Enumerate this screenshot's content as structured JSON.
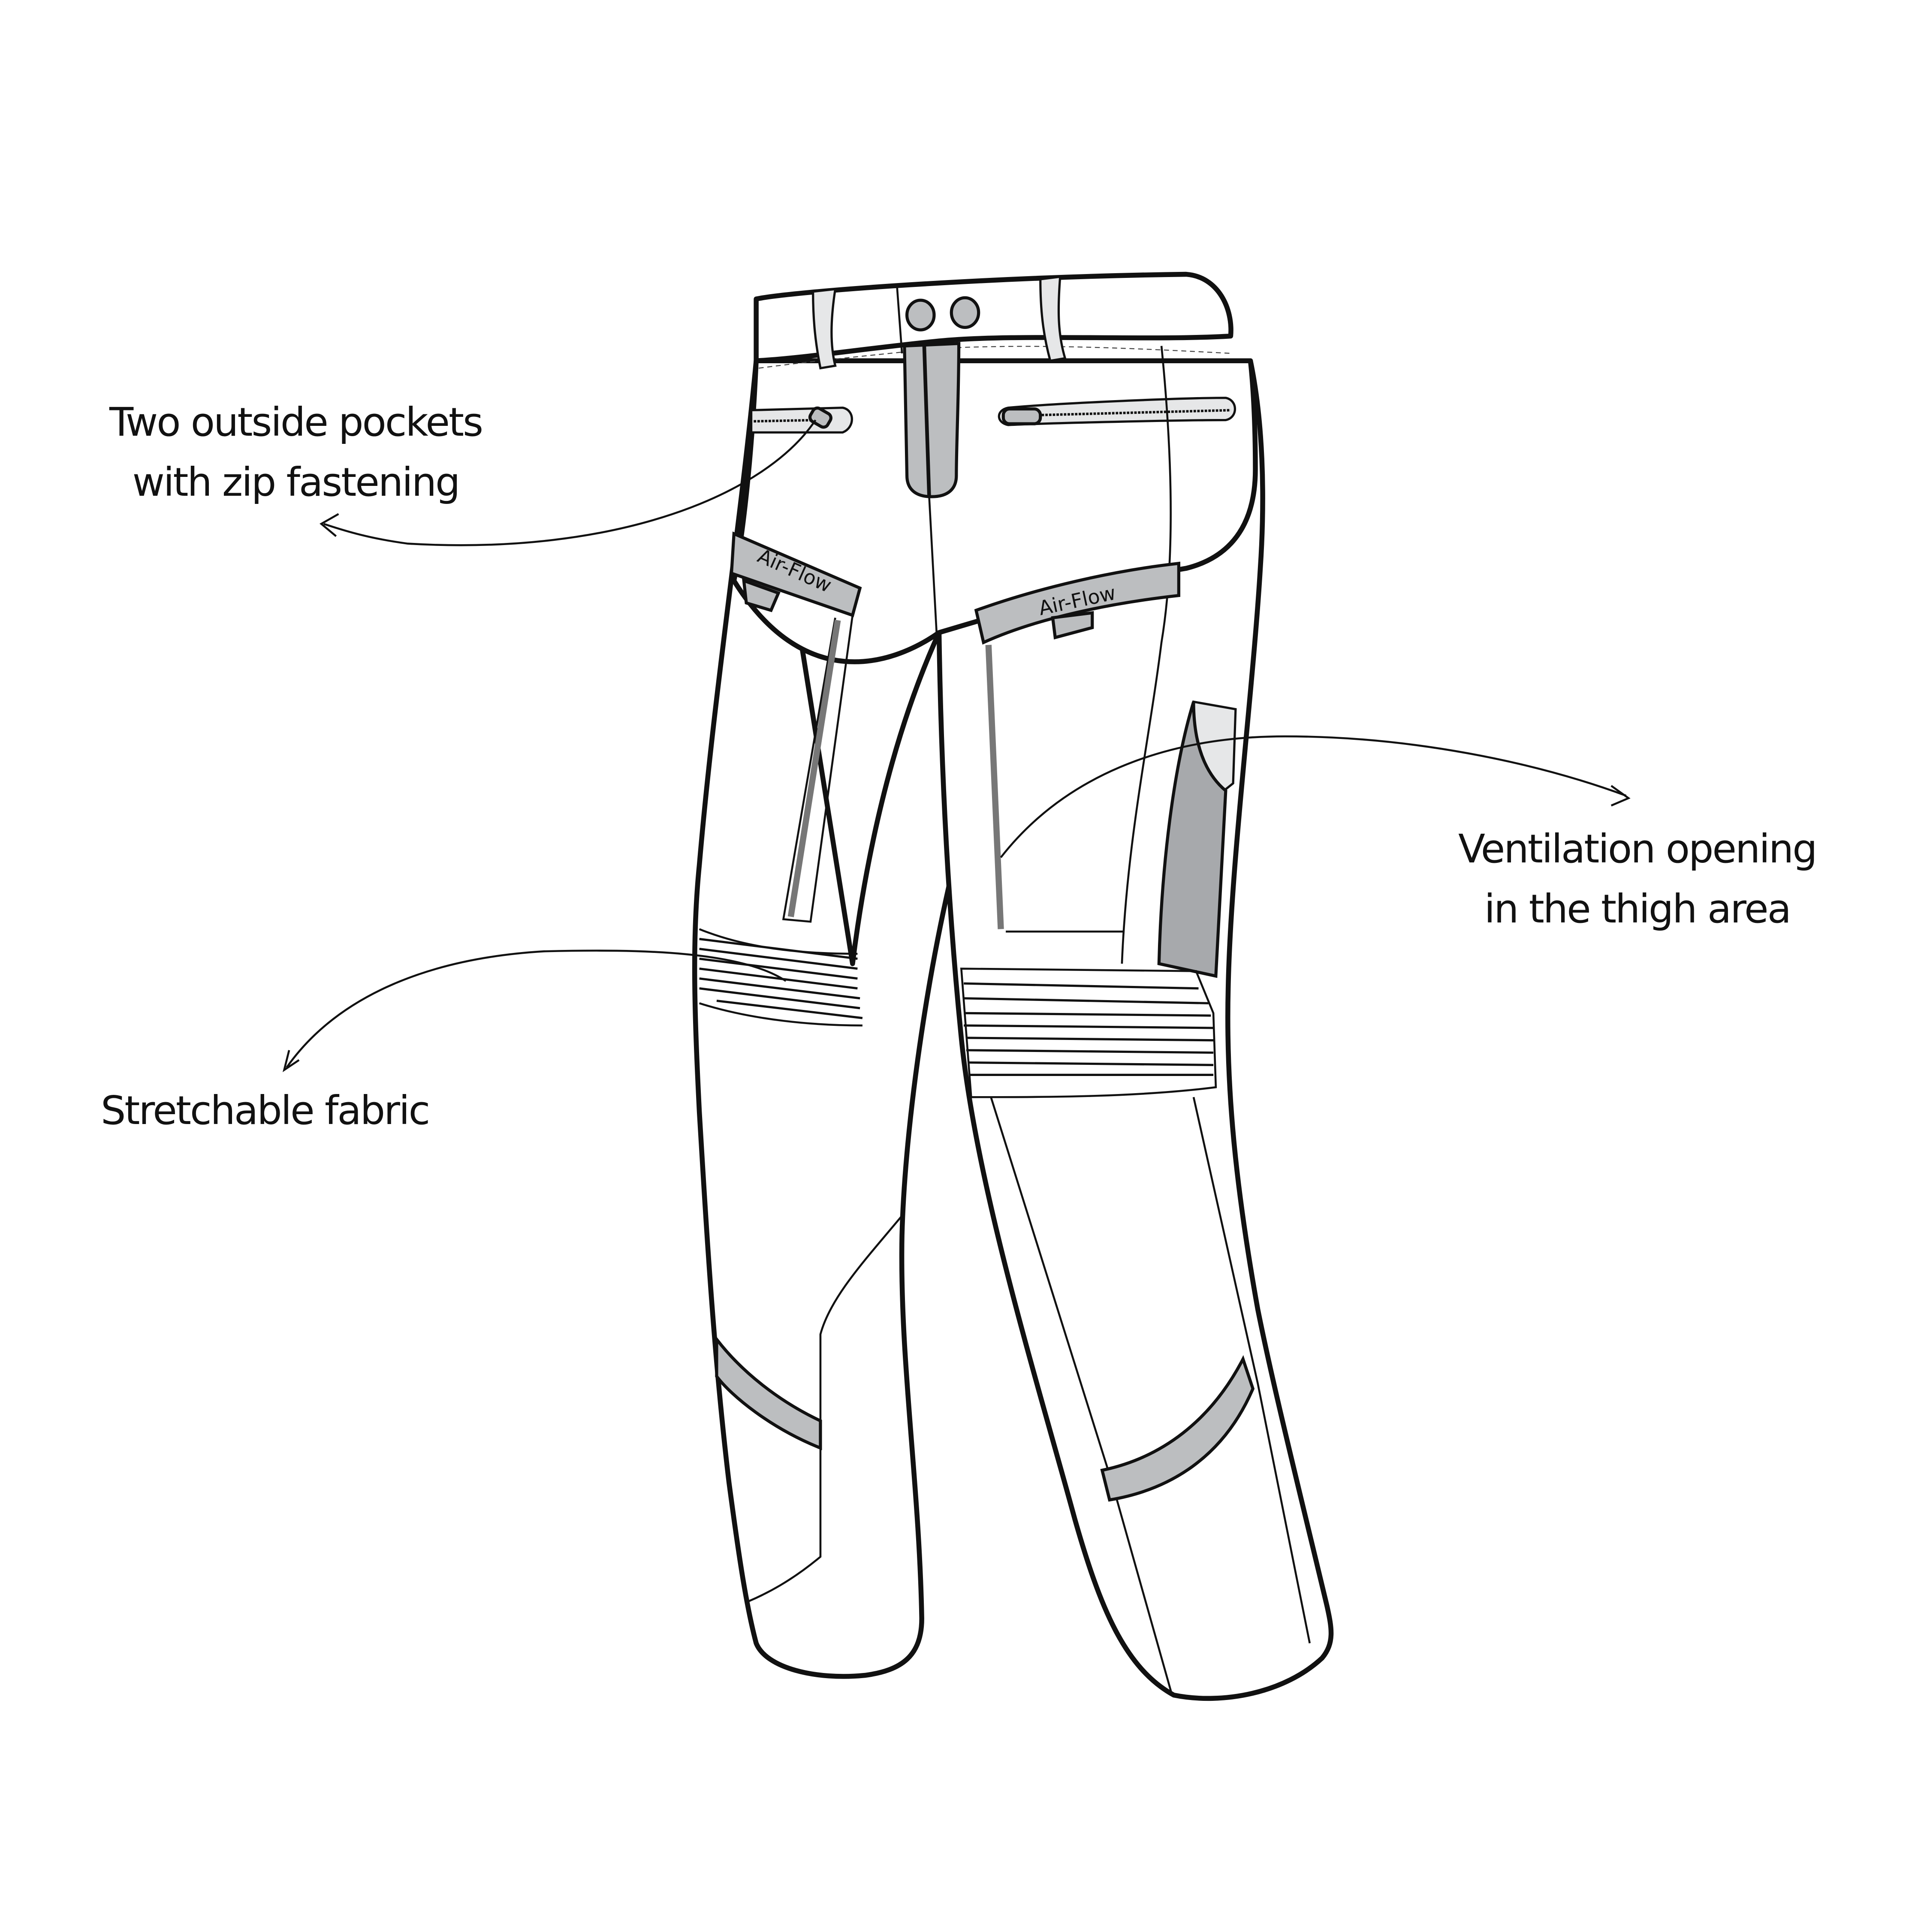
{
  "illustration": {
    "subject": "Motorcycle textile pants technical drawing",
    "colors": {
      "outline": "#111111",
      "panel_gray": "#bcbec0",
      "dark_gray": "#a7a9ac",
      "light_gray": "#e6e7e8",
      "background": "#ffffff"
    },
    "vent_labels": [
      "Air-Flow",
      "Air-Flow"
    ]
  },
  "annotations": [
    {
      "id": "pockets",
      "lines": [
        "Two outside pockets",
        "with zip fastening"
      ]
    },
    {
      "id": "ventilation",
      "lines": [
        "Ventilation opening",
        "in the thigh area"
      ]
    },
    {
      "id": "stretch",
      "lines": [
        "Stretchable fabric"
      ]
    }
  ]
}
